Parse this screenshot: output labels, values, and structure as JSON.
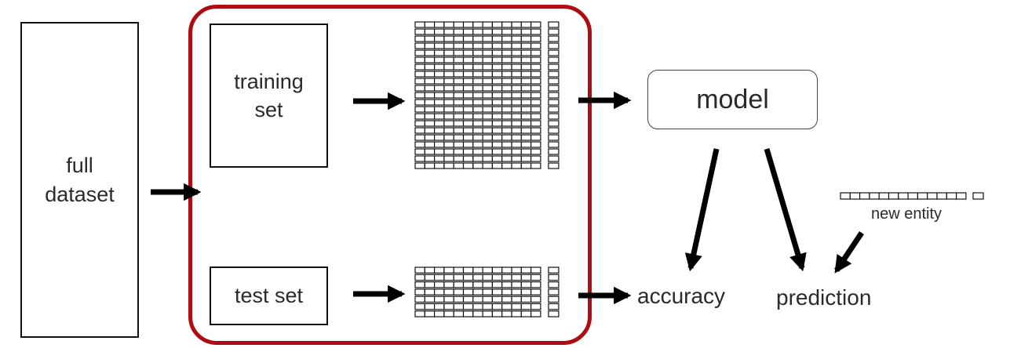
{
  "full_dataset": {
    "line1": "full",
    "line2": "dataset"
  },
  "training_set": {
    "line1": "training",
    "line2": "set"
  },
  "test_set": {
    "label": "test set"
  },
  "model": {
    "label": "model"
  },
  "accuracy": {
    "label": "accuracy"
  },
  "prediction": {
    "label": "prediction"
  },
  "new_entity": {
    "label": "new entity"
  },
  "colors": {
    "highlight": "#b00d12",
    "arrow": "#000000",
    "stroke": "#111111"
  }
}
